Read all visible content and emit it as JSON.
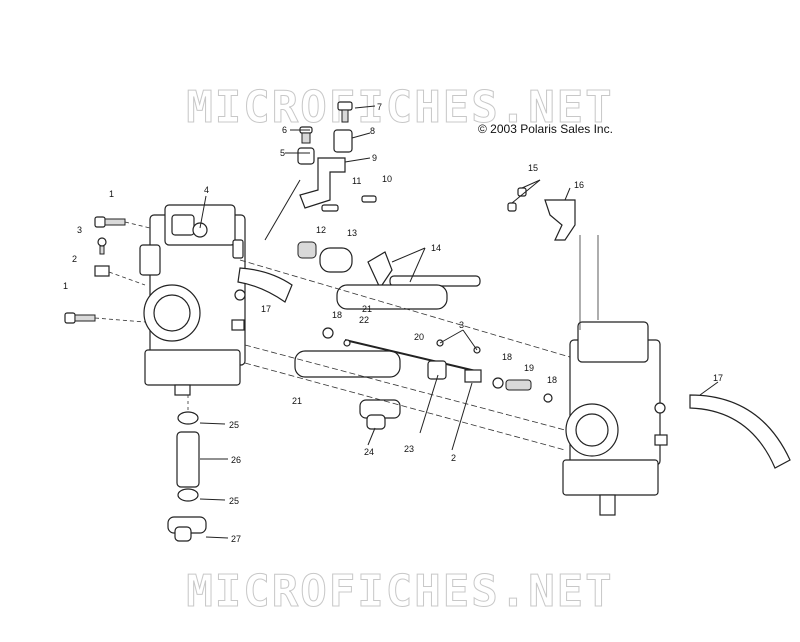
{
  "watermark": "MICROFICHES.NET",
  "copyright": "© 2003 Polaris Sales Inc.",
  "callouts": [
    {
      "id": "c1a",
      "text": "1"
    },
    {
      "id": "c1b",
      "text": "1"
    },
    {
      "id": "c2a",
      "text": "2"
    },
    {
      "id": "c2b",
      "text": "2"
    },
    {
      "id": "c3a",
      "text": "3"
    },
    {
      "id": "c3b",
      "text": "3"
    },
    {
      "id": "c4",
      "text": "4"
    },
    {
      "id": "c5",
      "text": "5"
    },
    {
      "id": "c6",
      "text": "6"
    },
    {
      "id": "c7",
      "text": "7"
    },
    {
      "id": "c8",
      "text": "8"
    },
    {
      "id": "c9",
      "text": "9"
    },
    {
      "id": "c10",
      "text": "10"
    },
    {
      "id": "c11",
      "text": "11"
    },
    {
      "id": "c12",
      "text": "12"
    },
    {
      "id": "c13",
      "text": "13"
    },
    {
      "id": "c14",
      "text": "14"
    },
    {
      "id": "c15",
      "text": "15"
    },
    {
      "id": "c16",
      "text": "16"
    },
    {
      "id": "c17a",
      "text": "17"
    },
    {
      "id": "c17b",
      "text": "17"
    },
    {
      "id": "c18a",
      "text": "18"
    },
    {
      "id": "c18b",
      "text": "18"
    },
    {
      "id": "c18c",
      "text": "18"
    },
    {
      "id": "c19",
      "text": "19"
    },
    {
      "id": "c20",
      "text": "20"
    },
    {
      "id": "c21a",
      "text": "21"
    },
    {
      "id": "c21b",
      "text": "21"
    },
    {
      "id": "c22",
      "text": "22"
    },
    {
      "id": "c23",
      "text": "23"
    },
    {
      "id": "c24",
      "text": "24"
    },
    {
      "id": "c25a",
      "text": "25"
    },
    {
      "id": "c25b",
      "text": "25"
    },
    {
      "id": "c26",
      "text": "26"
    },
    {
      "id": "c27",
      "text": "27"
    }
  ]
}
